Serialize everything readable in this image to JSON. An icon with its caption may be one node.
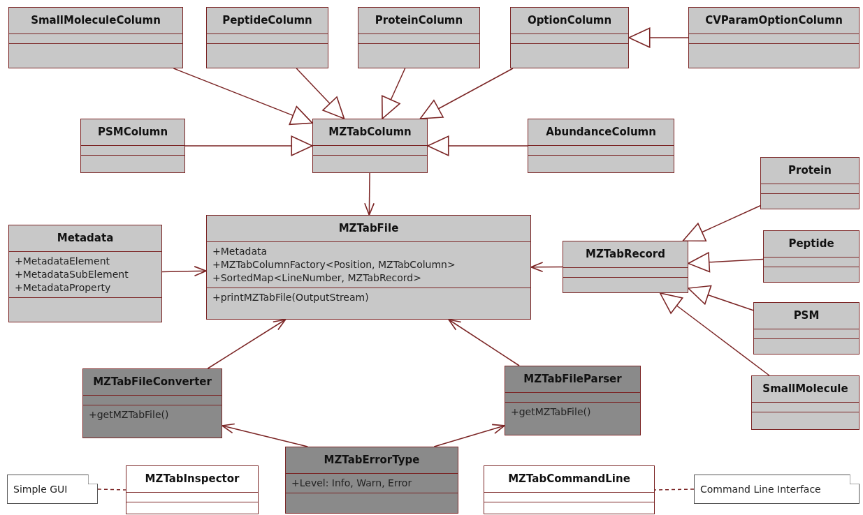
{
  "diagram": {
    "nodes": [
      {
        "text": [
          "SmallMoleculeColumn"
        ]
      },
      {
        "text": [
          "PeptideColumn"
        ]
      },
      {
        "text": [
          "ProteinColumn"
        ]
      },
      {
        "text": [
          "OptionColumn"
        ]
      },
      {
        "text": [
          "CVParamOptionColumn"
        ]
      },
      {
        "text": [
          "PSMColumn"
        ]
      },
      {
        "text": [
          "MZTabColumn"
        ]
      },
      {
        "text": [
          "AbundanceColumn"
        ]
      },
      {
        "text": [
          "Metadata",
          "+MetadataElement",
          "+MetadataSubElement",
          "+MetadataProperty"
        ]
      },
      {
        "text": [
          "MZTabFile",
          "+Metadata",
          "+MZTabColumnFactory<Position, MZTabColumn>",
          "+SortedMap<LineNumber, MZTabRecord>",
          "+printMZTabFile(OutputStream)"
        ]
      },
      {
        "text": [
          "MZTabRecord"
        ]
      },
      {
        "text": [
          "Protein"
        ]
      },
      {
        "text": [
          "Peptide"
        ]
      },
      {
        "text": [
          "PSM"
        ]
      },
      {
        "text": [
          "SmallMolecule"
        ]
      },
      {
        "text": [
          "MZTabFileConverter",
          "+getMZTabFile()"
        ]
      },
      {
        "text": [
          "MZTabFileParser",
          "+getMZTabFile()"
        ]
      },
      {
        "text": [
          "MZTabErrorType",
          "+Level: Info, Warn, Error"
        ]
      },
      {
        "text": [
          "MZTabInspector"
        ]
      },
      {
        "text": [
          "MZTabCommandLine"
        ]
      },
      {
        "text": [
          "Simple GUI"
        ]
      },
      {
        "text": [
          "Command Line Interface"
        ]
      }
    ],
    "edges": [
      {
        "from": 0,
        "to": 6,
        "arrow": "to"
      },
      {
        "from": 1,
        "to": 6,
        "arrow": "to"
      },
      {
        "from": 2,
        "to": 6,
        "arrow": "to"
      },
      {
        "from": 3,
        "to": 6,
        "arrow": "to"
      },
      {
        "from": 4,
        "to": 3,
        "arrow": "to"
      },
      {
        "from": 5,
        "to": 6,
        "arrow": "to"
      },
      {
        "from": 7,
        "to": 6,
        "arrow": "to"
      },
      {
        "from": 6,
        "to": 9,
        "arrow": "to"
      },
      {
        "from": 8,
        "to": 9,
        "arrow": "to"
      },
      {
        "from": 10,
        "to": 9,
        "arrow": "to"
      },
      {
        "from": 11,
        "to": 10,
        "arrow": "to"
      },
      {
        "from": 12,
        "to": 10,
        "arrow": "to"
      },
      {
        "from": 13,
        "to": 10,
        "arrow": "to"
      },
      {
        "from": 14,
        "to": 10,
        "arrow": "to"
      },
      {
        "from": 15,
        "to": 9,
        "arrow": "to"
      },
      {
        "from": 16,
        "to": 9,
        "arrow": "to"
      },
      {
        "from": 17,
        "to": 15,
        "arrow": "to"
      },
      {
        "from": 17,
        "to": 16,
        "arrow": "to"
      },
      {
        "from": 20,
        "to": 18,
        "arrow": "none",
        "style": "dashed"
      },
      {
        "from": 21,
        "to": 19,
        "arrow": "none",
        "style": "dashed"
      }
    ]
  }
}
